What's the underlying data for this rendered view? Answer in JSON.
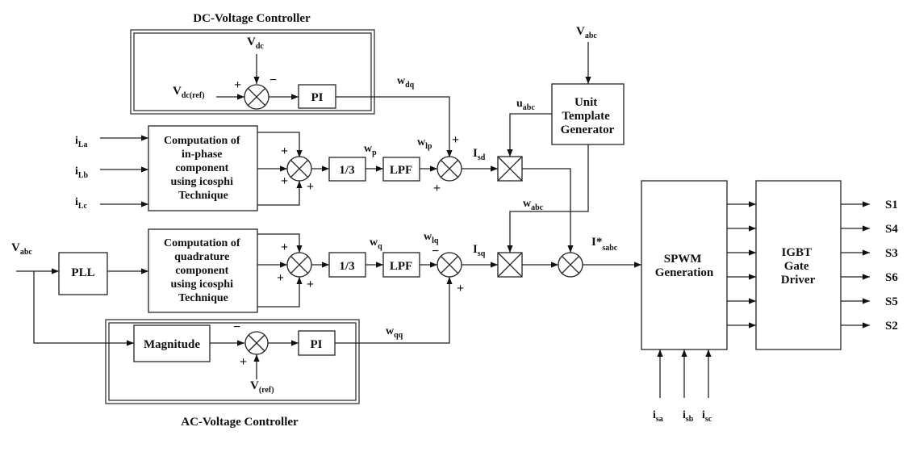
{
  "titles": {
    "dc_controller": "DC-Voltage Controller",
    "ac_controller": "AC-Voltage Controller"
  },
  "blocks": {
    "pi_dc": "PI",
    "pi_ac": "PI",
    "inphase": [
      "Computation of",
      "in-phase",
      "component",
      "using icosphi",
      "Technique"
    ],
    "quadrature": [
      "Computation of",
      "quadrature",
      "component",
      "using icosphi",
      "Technique"
    ],
    "third_p": "1/3",
    "third_q": "1/3",
    "lpf_p": "LPF",
    "lpf_q": "LPF",
    "pll": "PLL",
    "magnitude": "Magnitude",
    "unit_template": [
      "Unit",
      "Template",
      "Generator"
    ],
    "spwm": [
      "SPWM",
      "Generation"
    ],
    "igbt": [
      "IGBT",
      "Gate",
      "Driver"
    ]
  },
  "signals": {
    "vdc": {
      "main": "V",
      "sub": "dc"
    },
    "vdc_ref": {
      "main": "V",
      "sub": "dc(ref)"
    },
    "wdq": {
      "main": "w",
      "sub": "dq"
    },
    "vabc_top": {
      "main": "V",
      "sub": "abc"
    },
    "uabc": {
      "main": "u",
      "sub": "abc"
    },
    "ila": {
      "main": "i",
      "sub": "La"
    },
    "ilb": {
      "main": "i",
      "sub": "Lb"
    },
    "ilc": {
      "main": "i",
      "sub": "Lc"
    },
    "wp": {
      "main": "w",
      "sub": "p"
    },
    "wlp": {
      "main": "w",
      "sub": "lp"
    },
    "isd": {
      "main": "I",
      "sub": "sd"
    },
    "wabc": {
      "main": "w",
      "sub": "abc"
    },
    "vabc_left": {
      "main": "V",
      "sub": "abc"
    },
    "wq": {
      "main": "w",
      "sub": "q"
    },
    "wlq": {
      "main": "w",
      "sub": "lq"
    },
    "isq": {
      "main": "I",
      "sub": "sq"
    },
    "isabc": {
      "main": "I*",
      "sub": "sabc"
    },
    "wqq": {
      "main": "w",
      "sub": "qq"
    },
    "vref": {
      "main": "V",
      "sub": "(ref)"
    },
    "isa": {
      "main": "i",
      "sub": "sa"
    },
    "isb": {
      "main": "i",
      "sub": "sb"
    },
    "isc": {
      "main": "i",
      "sub": "sc"
    }
  },
  "outputs": [
    "S1",
    "S4",
    "S3",
    "S6",
    "S5",
    "S2"
  ],
  "signs": {
    "plus": "+",
    "minus": "−"
  }
}
